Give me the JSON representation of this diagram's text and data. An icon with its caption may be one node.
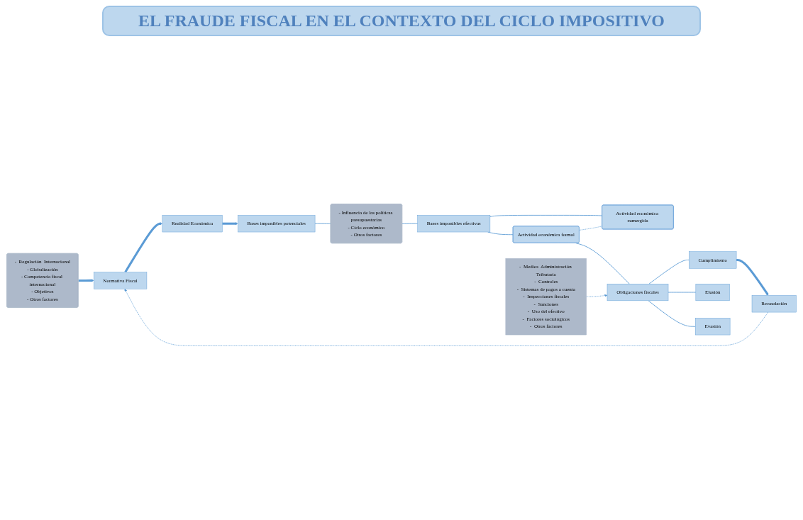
{
  "diagram": {
    "title": "EL FRAUDE FISCAL EN EL CONTEXTO DEL CICLO IMPOSITIVO",
    "nodes": [
      {
        "text": [
          "-  Regulación  Internacional",
          "- Globalización",
          "- Competencia fiscal internacional",
          "- Objetivos",
          "- Otros factores"
        ]
      },
      {
        "text": [
          "Normativa Fiscal"
        ]
      },
      {
        "text": [
          "Realidad Económica"
        ]
      },
      {
        "text": [
          "Bases imponibles potenciales"
        ]
      },
      {
        "text": [
          "- Influencia de las políticas presupuestarias",
          "- Ciclo económico",
          "- Otros factores"
        ]
      },
      {
        "text": [
          "Bases imponibles efectivas"
        ]
      },
      {
        "text": [
          "Actividad económica formal"
        ]
      },
      {
        "text": [
          "Actividad económica sumergida"
        ]
      },
      {
        "text": [
          "-  Medios  Administración Tributaria",
          "-  Controles",
          "-  Sistemas de pagos a cuenta",
          "-  Inspecciones fiscales",
          "-  Sanciones",
          "-  Uso del efectivo",
          "-  Factores sociológicos",
          "-  Otros factores"
        ]
      },
      {
        "text": [
          "Obligaciones fiscales"
        ]
      },
      {
        "text": [
          "Cumplimiento"
        ]
      },
      {
        "text": [
          "Elusión"
        ]
      },
      {
        "text": [
          "Evasión"
        ]
      },
      {
        "text": [
          "Recaudación"
        ]
      }
    ],
    "edges": [
      {
        "from": 0,
        "to": 1,
        "arrow": "to",
        "style": "thick"
      },
      {
        "from": 1,
        "to": 2,
        "arrow": "to",
        "style": "thick"
      },
      {
        "from": 2,
        "to": 3,
        "arrow": "to",
        "style": "thick"
      },
      {
        "from": 3,
        "to": 4,
        "arrow": "none"
      },
      {
        "from": 4,
        "to": 5,
        "arrow": "none"
      },
      {
        "from": 5,
        "to": 6,
        "arrow": "none"
      },
      {
        "from": 5,
        "to": 7,
        "arrow": "none"
      },
      {
        "from": 6,
        "to": 7,
        "arrow": "none",
        "style": "dashed"
      },
      {
        "from": 6,
        "to": 9,
        "arrow": "none"
      },
      {
        "from": 8,
        "to": 9,
        "arrow": "to",
        "style": "dashed"
      },
      {
        "from": 9,
        "to": 10,
        "arrow": "none"
      },
      {
        "from": 9,
        "to": 11,
        "arrow": "none"
      },
      {
        "from": 9,
        "to": 12,
        "arrow": "none"
      },
      {
        "from": 10,
        "to": 13,
        "arrow": "to",
        "style": "thick"
      },
      {
        "from": 13,
        "to": 1,
        "arrow": "to",
        "style": "dashed"
      }
    ]
  }
}
